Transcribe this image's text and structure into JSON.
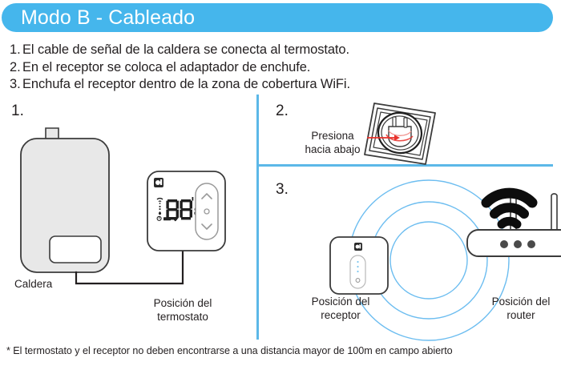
{
  "header": {
    "title": "Modo B - Cableado",
    "pill_color": "#45b6ec",
    "text_color": "#ffffff"
  },
  "intro_steps": [
    {
      "num": "1.",
      "text": "El cable de señal de la caldera se conecta al termostato."
    },
    {
      "num": "2.",
      "text": "En el receptor se coloca el adaptador de enchufe."
    },
    {
      "num": "3.",
      "text": "Enchufa el receptor dentro de la zona de cobertura WiFi."
    }
  ],
  "dividers": {
    "color": "#5cb8e8"
  },
  "panels": {
    "one": {
      "number": "1.",
      "boiler_caption": "Caldera",
      "thermostat_caption": "Posición del\ntermostato",
      "thermostat_display": "88",
      "thermostat_display_small": "8"
    },
    "two": {
      "number": "2.",
      "callout": "Presiona\nhacia abajo",
      "arrow_color": "#e8302a"
    },
    "three": {
      "number": "3.",
      "receiver_caption": "Posición del\nreceptor",
      "router_caption": "Posición del\nrouter",
      "coverage_ring_color": "#6cbdf0"
    }
  },
  "footnote": "* El termostato y el receptor no deben encontrarse a una distancia mayor de 100m en campo abierto",
  "colors": {
    "accent": "#45b6ec",
    "ring": "#6cbdf0",
    "outline": "#3b3b3b",
    "device_fill": "#e8e8e8",
    "red": "#e8302a",
    "text": "#231f20"
  }
}
